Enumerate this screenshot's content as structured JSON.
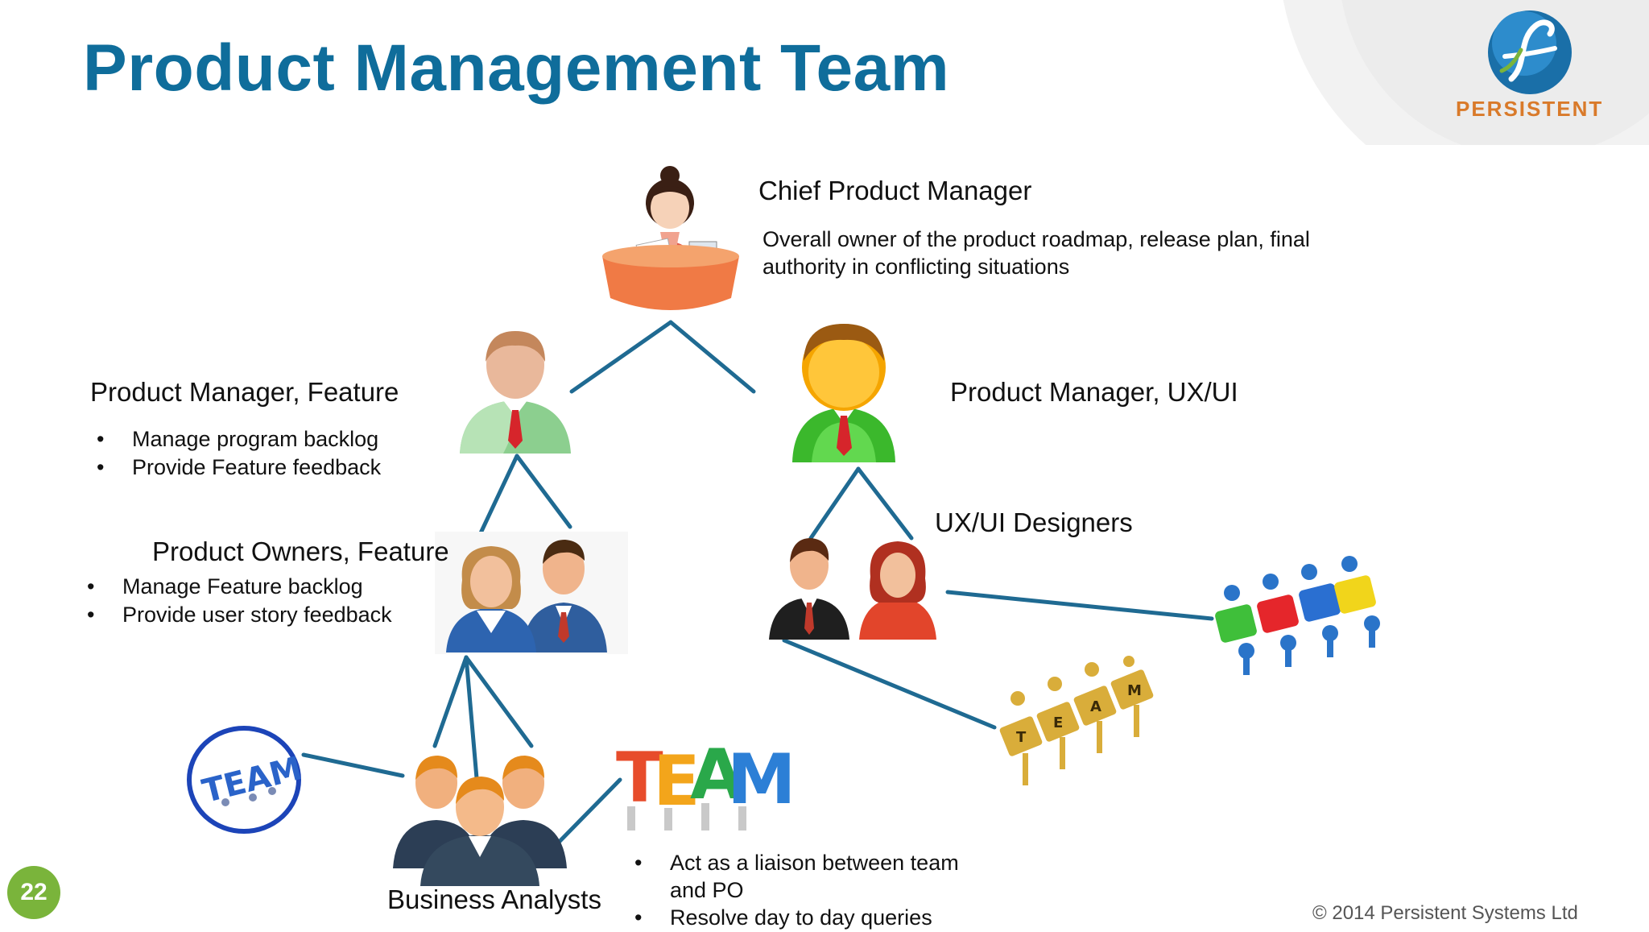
{
  "title": "Product Management Team",
  "logo": {
    "text": "PERSISTENT",
    "icon": "persistent-logo"
  },
  "roles": {
    "chief": {
      "name": "Chief Product Manager",
      "description": "Overall owner of the product roadmap, release plan, final authority in conflicting situations"
    },
    "pm_feature": {
      "name": "Product Manager, Feature",
      "bullets": [
        "Manage program backlog",
        "Provide Feature feedback"
      ]
    },
    "pm_ux": {
      "name": "Product Manager, UX/UI"
    },
    "po_feature": {
      "name": "Product Owners, Feature",
      "bullets": [
        "Manage Feature backlog",
        "Provide user story feedback"
      ]
    },
    "ux_designers": {
      "name": "UX/UI Designers"
    },
    "business_analysts": {
      "name": "Business Analysts",
      "bullets": [
        "Act as a liaison between team and PO",
        "Resolve day to day queries"
      ]
    }
  },
  "footer": {
    "copyright": "© 2014 Persistent Systems Ltd",
    "page_number": "22"
  },
  "colors": {
    "title": "#0f6d9b",
    "connector": "#1f6a92",
    "page_badge": "#7ab43b",
    "logo_text": "#d97a2a"
  }
}
